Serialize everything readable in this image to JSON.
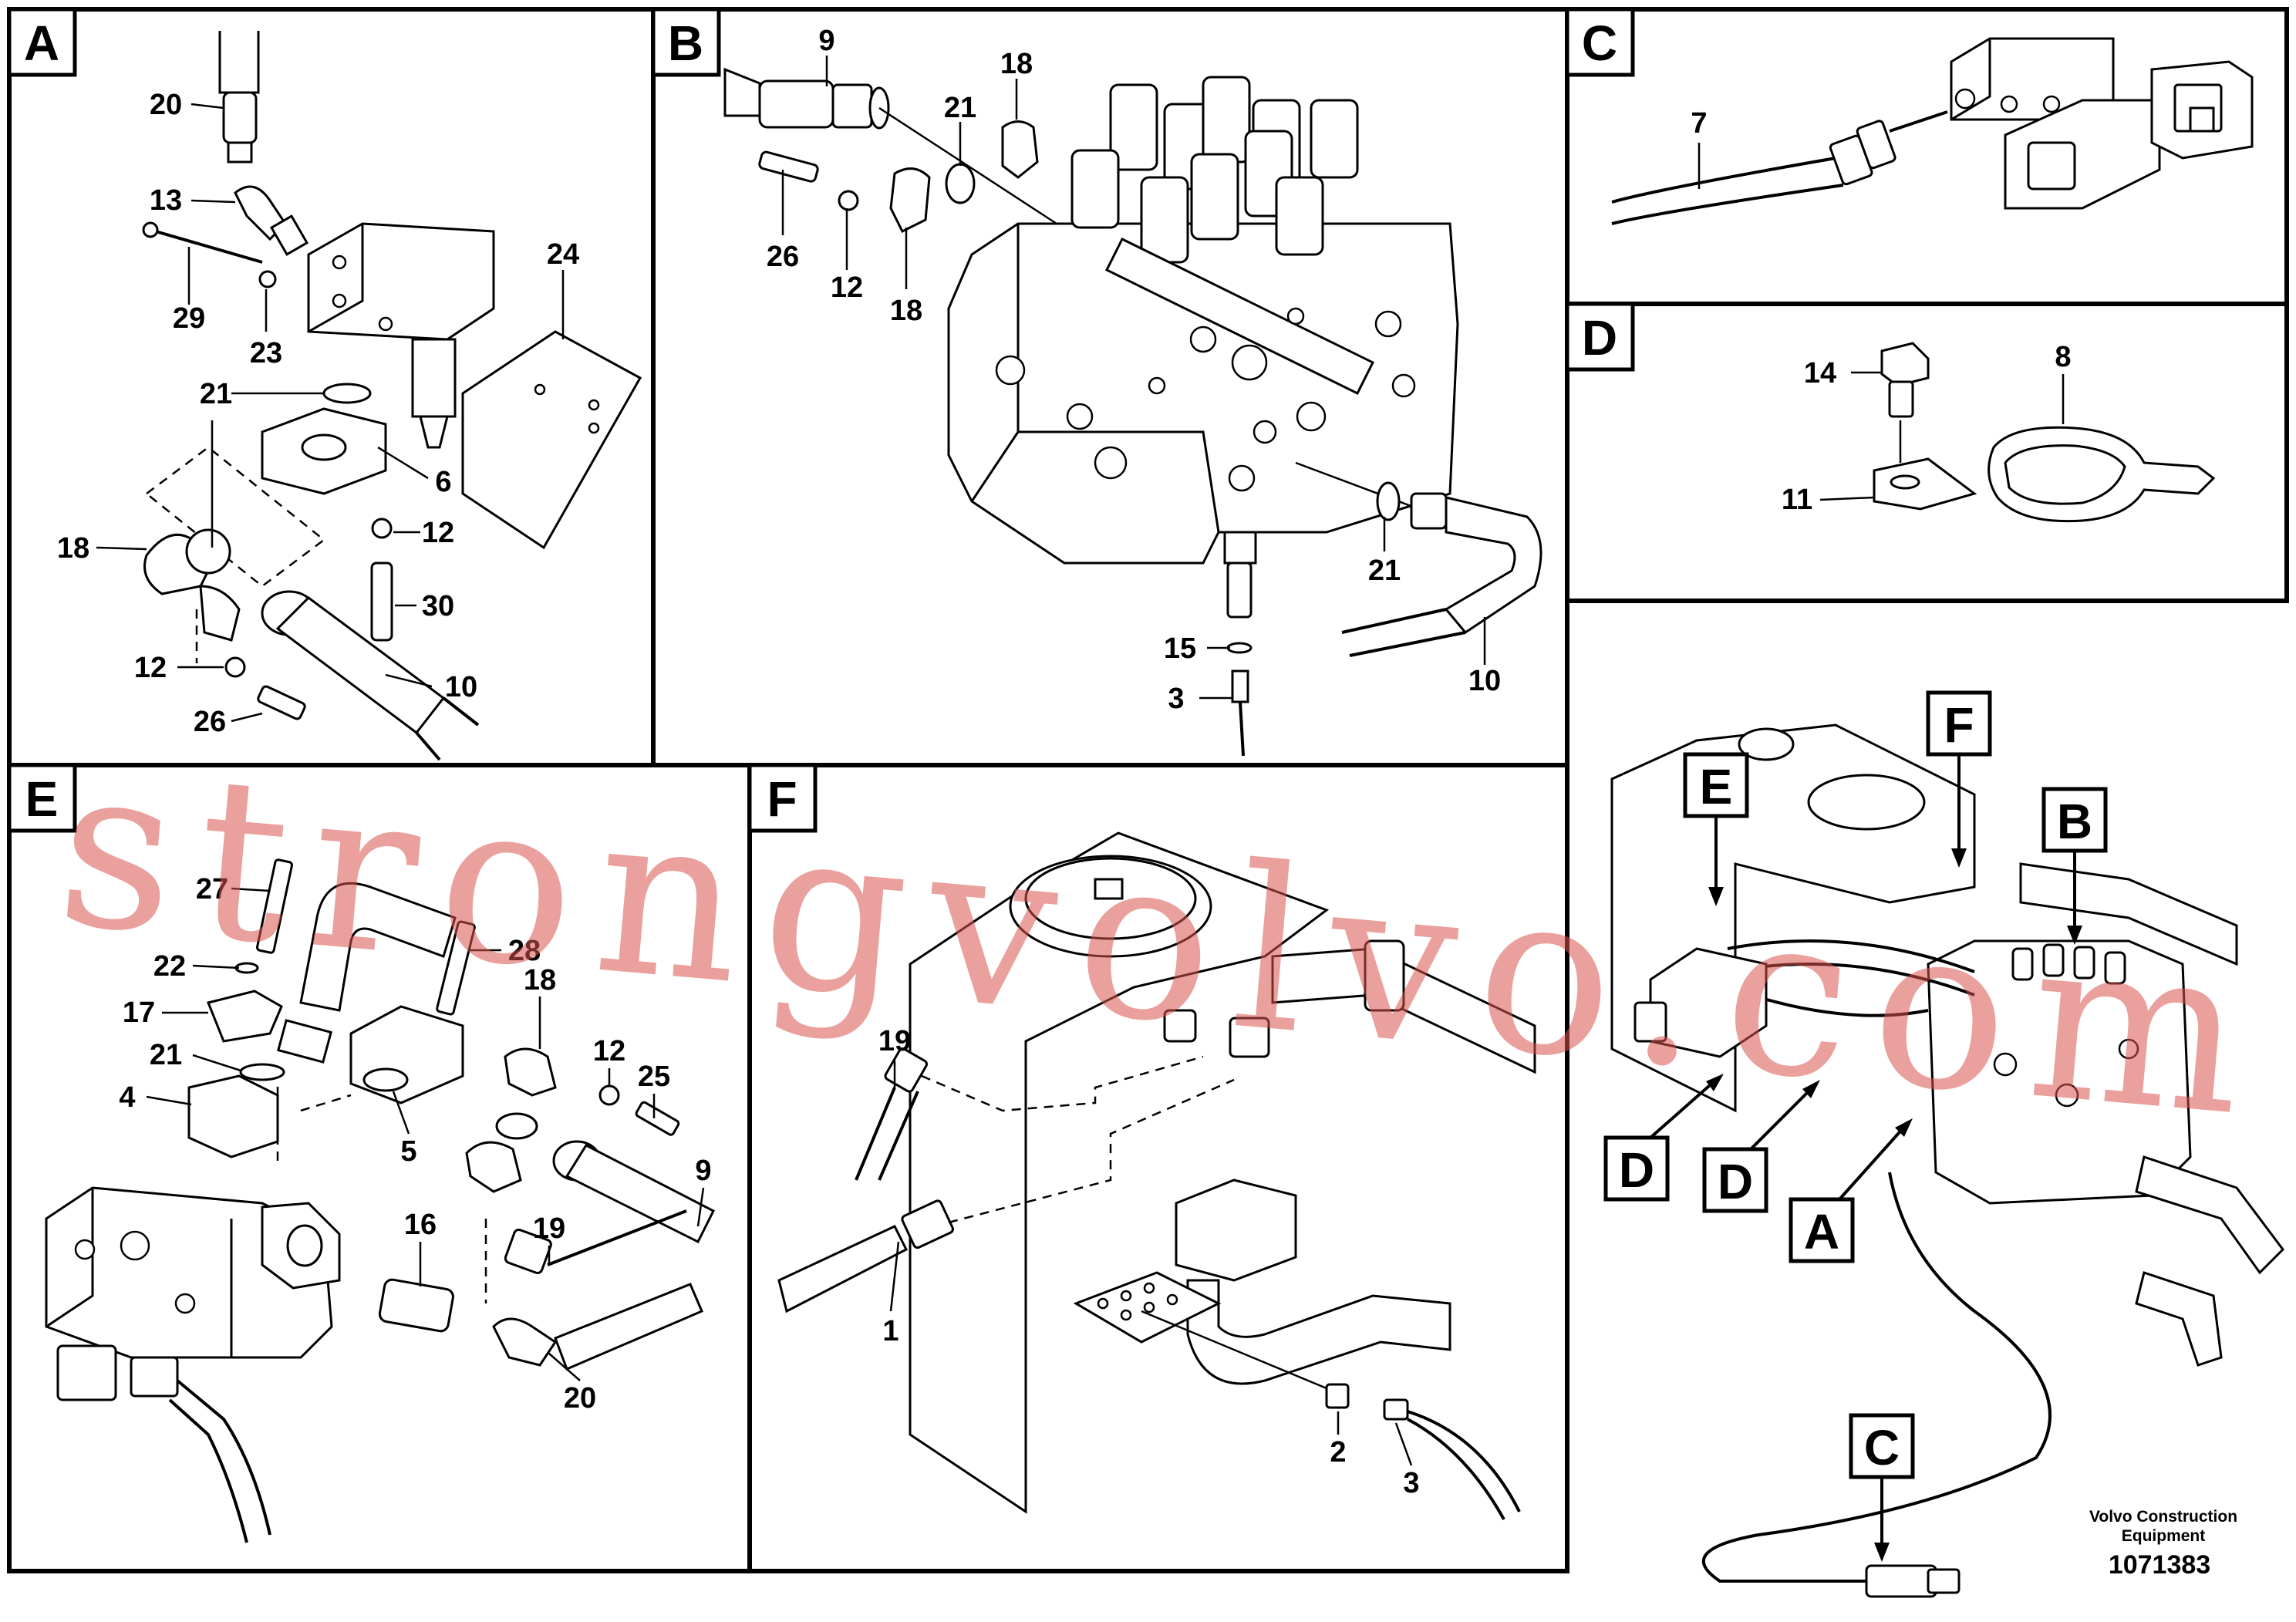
{
  "panels": {
    "A": {
      "tag": "A"
    },
    "B": {
      "tag": "B"
    },
    "C": {
      "tag": "C"
    },
    "D": {
      "tag": "D"
    },
    "E": {
      "tag": "E"
    },
    "F": {
      "tag": "F"
    }
  },
  "part_labels": {
    "A": [
      "20",
      "13",
      "29",
      "23",
      "24",
      "21",
      "6",
      "18",
      "12",
      "30",
      "12",
      "10",
      "26"
    ],
    "B": [
      "9",
      "18",
      "21",
      "26",
      "12",
      "18",
      "21",
      "15",
      "3",
      "10"
    ],
    "C": [
      "7"
    ],
    "D": [
      "14",
      "8",
      "11"
    ],
    "E": [
      "27",
      "28",
      "22",
      "18",
      "17",
      "12",
      "25",
      "21",
      "4",
      "5",
      "9",
      "19",
      "16",
      "20"
    ],
    "F": [
      "19",
      "1",
      "2",
      "3"
    ]
  },
  "overview_callouts": [
    "F",
    "E",
    "B",
    "D",
    "D",
    "A",
    "C"
  ],
  "footer": {
    "company_line1": "Volvo Construction",
    "company_line2": "Equipment",
    "drawing_number": "1071383"
  },
  "watermark": "strongvolvo.com"
}
